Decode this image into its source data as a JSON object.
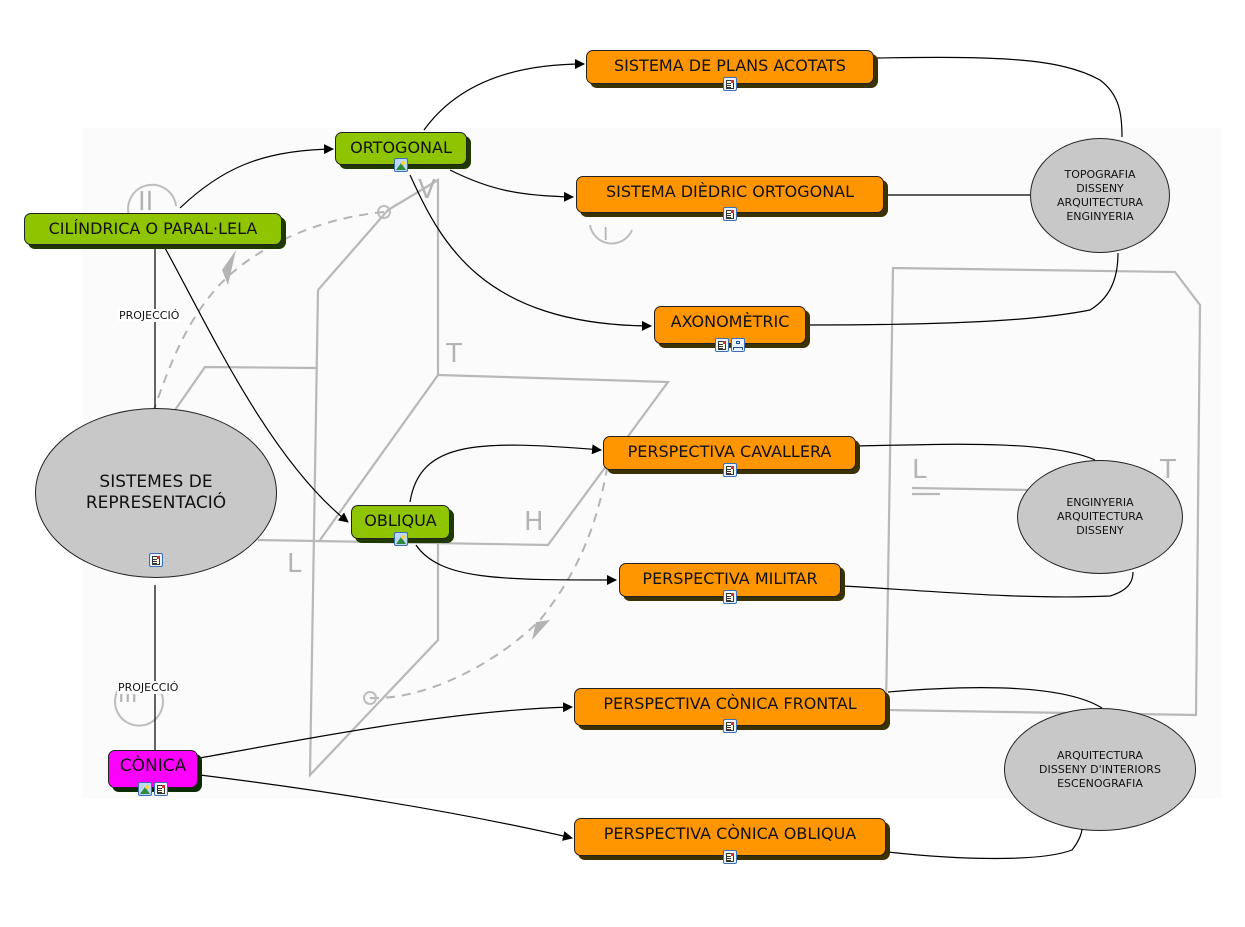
{
  "diagram": {
    "type": "concept-map",
    "colors": {
      "root_fill": "#c8c8c8",
      "category_fill": "#8fc400",
      "conic_fill": "#ff00ff",
      "system_fill": "#ff9600",
      "application_fill": "#c8c8c8",
      "link_color": "#000000",
      "sketch_color": "#b4b4b4"
    },
    "nodes": {
      "root": {
        "lines": [
          "SISTEMES DE",
          "REPRESENTACIÓ"
        ],
        "icons": [
          "document-icon"
        ]
      },
      "cilindrica": {
        "label": "CILÍNDRICA O PARAL·LELA",
        "icons": []
      },
      "ortogonal": {
        "label": "ORTOGONAL",
        "icons": [
          "image-icon"
        ]
      },
      "obliqua": {
        "label": "OBLIQUA",
        "icons": [
          "image-icon"
        ]
      },
      "conica": {
        "label": "CÒNICA",
        "icons": [
          "image-icon",
          "document-icon"
        ]
      },
      "plans_acotats": {
        "label": "SISTEMA DE PLANS ACOTATS",
        "icons": [
          "document-icon"
        ]
      },
      "diedric": {
        "label": "SISTEMA DIÈDRIC ORTOGONAL",
        "icons": [
          "document-icon"
        ]
      },
      "axonometric": {
        "label": "AXONOMÈTRIC",
        "icons": [
          "document-icon",
          "concept-map-icon"
        ]
      },
      "cavallera": {
        "label": "PERSPECTIVA CAVALLERA",
        "icons": [
          "document-icon"
        ]
      },
      "militar": {
        "label": "PERSPECTIVA MILITAR",
        "icons": [
          "document-icon"
        ]
      },
      "conica_frontal": {
        "label": "PERSPECTIVA CÒNICA FRONTAL",
        "icons": [
          "document-icon"
        ]
      },
      "conica_obliqua": {
        "label": "PERSPECTIVA CÒNICA OBLIQUA",
        "icons": [
          "document-icon"
        ]
      },
      "app1": {
        "lines": [
          "TOPOGRAFIA",
          "DISSENY",
          "ARQUITECTURA",
          "ENGINYERIA"
        ]
      },
      "app2": {
        "lines": [
          "ENGINYERIA",
          "ARQUITECTURA",
          "DISSENY"
        ]
      },
      "app3": {
        "lines": [
          "ARQUITECTURA",
          "DISSENY D'INTERIORS",
          "ESCENOGRAFIA"
        ]
      }
    },
    "link_labels": {
      "projeccio_1": "PROJECCIÓ",
      "projeccio_2": "PROJECCIÓ"
    },
    "links": [
      {
        "from": "root",
        "to": "cilindrica",
        "label": "projeccio_1",
        "arrow": false
      },
      {
        "from": "root",
        "to": "conica",
        "label": "projeccio_2",
        "arrow": false
      },
      {
        "from": "cilindrica",
        "to": "ortogonal",
        "arrow": true
      },
      {
        "from": "cilindrica",
        "to": "obliqua",
        "arrow": true
      },
      {
        "from": "ortogonal",
        "to": "plans_acotats",
        "arrow": true
      },
      {
        "from": "ortogonal",
        "to": "diedric",
        "arrow": true
      },
      {
        "from": "ortogonal",
        "to": "axonometric",
        "arrow": true
      },
      {
        "from": "obliqua",
        "to": "cavallera",
        "arrow": true
      },
      {
        "from": "obliqua",
        "to": "militar",
        "arrow": true
      },
      {
        "from": "conica",
        "to": "conica_frontal",
        "arrow": true
      },
      {
        "from": "conica",
        "to": "conica_obliqua",
        "arrow": true
      },
      {
        "from": "plans_acotats",
        "to": "app1",
        "arrow": false
      },
      {
        "from": "diedric",
        "to": "app1",
        "arrow": false
      },
      {
        "from": "axonometric",
        "to": "app1",
        "arrow": false
      },
      {
        "from": "cavallera",
        "to": "app2",
        "arrow": false
      },
      {
        "from": "militar",
        "to": "app2",
        "arrow": false
      },
      {
        "from": "conica_frontal",
        "to": "app3",
        "arrow": false
      },
      {
        "from": "conica_obliqua",
        "to": "app3",
        "arrow": false
      }
    ],
    "background_sketch_labels": [
      "II",
      "I",
      "III",
      "V",
      "T",
      "H",
      "L",
      "L",
      "T"
    ]
  }
}
